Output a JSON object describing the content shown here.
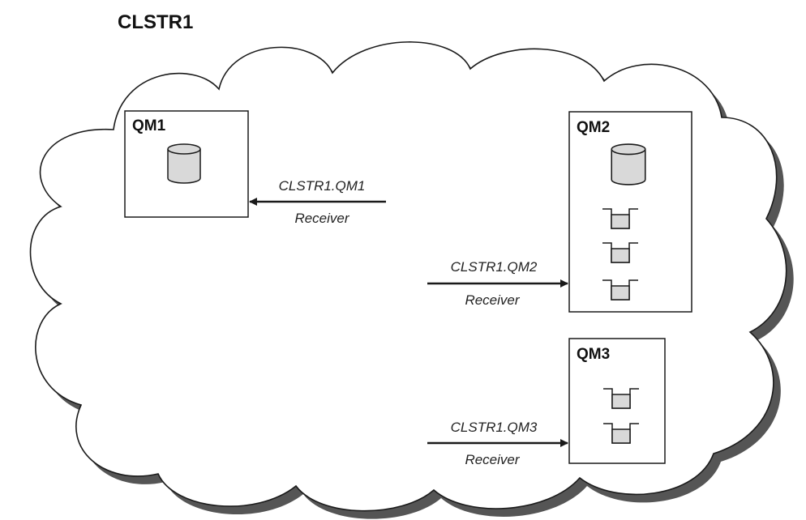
{
  "diagram": {
    "cluster_name": "CLSTR1",
    "queue_managers": [
      {
        "label": "QM1",
        "has_repository": true,
        "queue_count": 0
      },
      {
        "label": "QM2",
        "has_repository": true,
        "queue_count": 3
      },
      {
        "label": "QM3",
        "has_repository": false,
        "queue_count": 2
      }
    ],
    "channels": [
      {
        "name": "CLSTR1.QM1",
        "type": "Receiver",
        "target": "QM1",
        "direction": "left"
      },
      {
        "name": "CLSTR1.QM2",
        "type": "Receiver",
        "target": "QM2",
        "direction": "right"
      },
      {
        "name": "CLSTR1.QM3",
        "type": "Receiver",
        "target": "QM3",
        "direction": "right"
      }
    ],
    "colors": {
      "outline": "#1a1a1a",
      "shadow": "#555555",
      "fill": "#ffffff",
      "cylinder": "#d9d9d9",
      "queue": "#d9d9d9"
    }
  }
}
